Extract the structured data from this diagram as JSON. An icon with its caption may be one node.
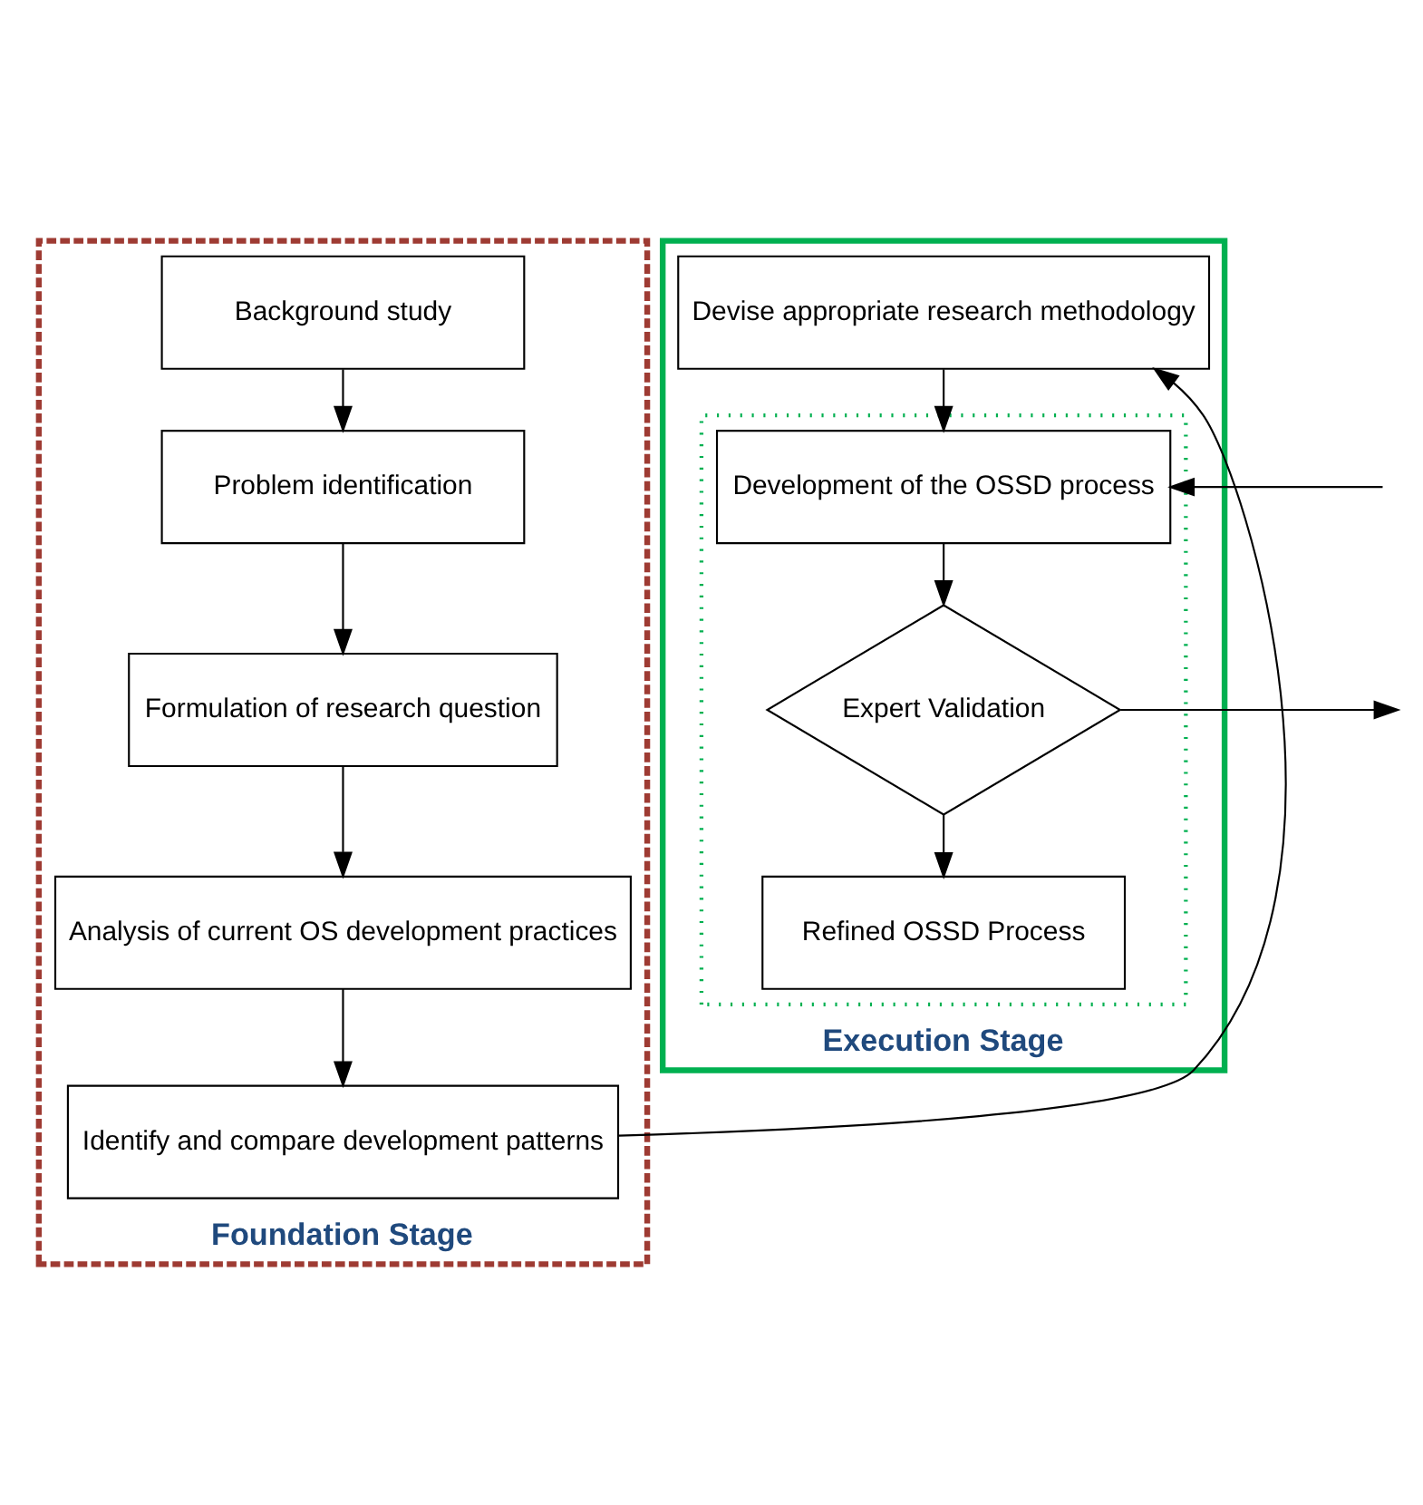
{
  "diagram": {
    "nodes": [
      {
        "text": [
          "Foundation Stage"
        ]
      },
      {
        "text": [
          "Background study"
        ],
        "in": 0
      },
      {
        "text": [
          "Problem identification"
        ],
        "in": 0
      },
      {
        "text": [
          "Formulation of research question"
        ],
        "in": 0
      },
      {
        "text": [
          "Analysis of current OS development practices"
        ],
        "in": 0
      },
      {
        "text": [
          "Identify and compare development patterns"
        ],
        "in": 0
      },
      {
        "text": [
          "Execution Stage"
        ]
      },
      {
        "text": [
          "Devise appropriate research methodology"
        ],
        "in": 6
      },
      {
        "text": [],
        "shape": "box",
        "in": 6
      },
      {
        "text": [
          "Development of the OSSD process"
        ],
        "in": 8
      },
      {
        "text": [
          "Expert Validation"
        ],
        "in": 8
      },
      {
        "text": [
          "Refined OSSD Process"
        ],
        "in": 8
      }
    ],
    "edges": [
      {
        "from": 1,
        "to": 2,
        "arrow": "to"
      },
      {
        "from": 2,
        "to": 3,
        "arrow": "to"
      },
      {
        "from": 3,
        "to": 4,
        "arrow": "to"
      },
      {
        "from": 4,
        "to": 5,
        "arrow": "to"
      },
      {
        "from": 5,
        "to": 7,
        "arrow": "to"
      },
      {
        "from": 7,
        "to": 9,
        "arrow": "to"
      },
      {
        "from": 9,
        "to": 10,
        "arrow": "to"
      },
      {
        "from": 10,
        "to": 11,
        "arrow": "to"
      },
      {
        "from": 10,
        "to": null,
        "arrow": "to"
      },
      {
        "from": null,
        "to": 9,
        "arrow": "to"
      }
    ]
  }
}
